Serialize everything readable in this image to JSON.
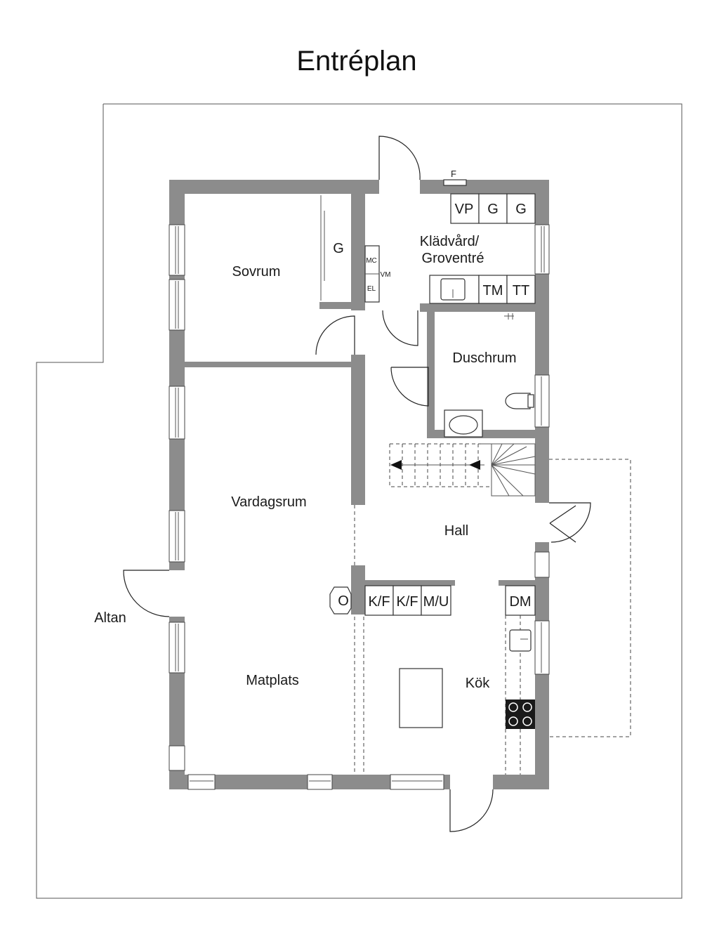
{
  "title": "Entréplan",
  "rooms": {
    "sovrum": "Sovrum",
    "kladvard_line1": "Klädvård/",
    "kladvard_line2": "Groventré",
    "duschrum": "Duschrum",
    "vardagsrum": "Vardagsrum",
    "hall": "Hall",
    "matplats": "Matplats",
    "kok": "Kök",
    "altan": "Altan"
  },
  "fixtures": {
    "f": "F",
    "vp": "VP",
    "g1": "G",
    "g2": "G",
    "g_wardrobe": "G",
    "mc": "MC",
    "vm": "VM",
    "el": "EL",
    "tm": "TM",
    "tt": "TT",
    "kf1": "K/F",
    "kf2": "K/F",
    "mu": "M/U",
    "o": "O",
    "dm": "DM"
  }
}
